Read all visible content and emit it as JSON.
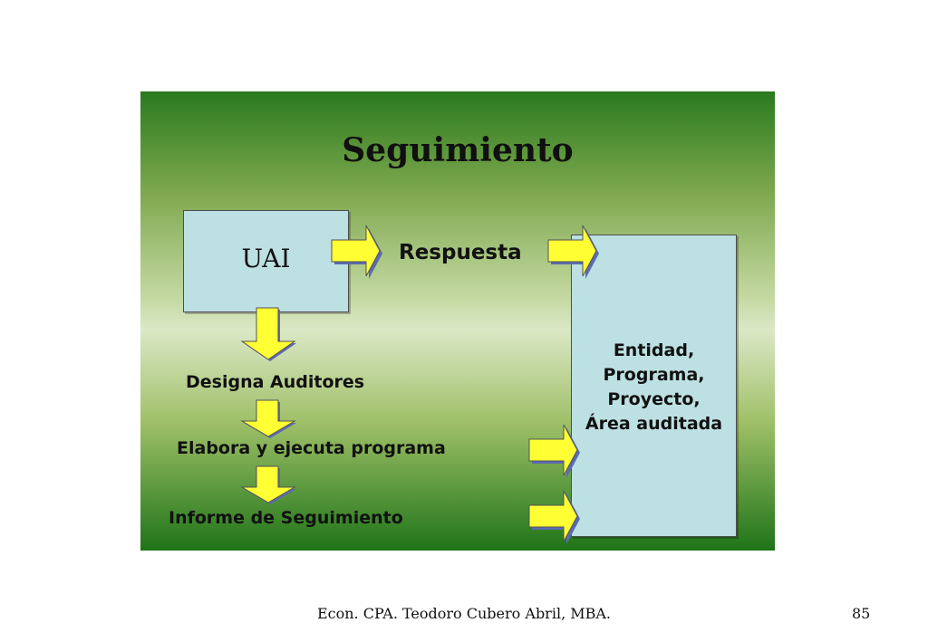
{
  "slide": {
    "title": "Seguimiento",
    "uai_label": "UAI",
    "respuesta_label": "Respuesta",
    "entity_lines": [
      "Entidad,",
      "Programa,",
      "Proyecto,",
      "Área auditada"
    ],
    "steps": [
      "Designa Auditores",
      "Elabora y ejecuta programa",
      "Informe de Seguimiento"
    ]
  },
  "footer": {
    "credit": "Econ. CPA. Teodoro Cubero Abril, MBA.",
    "page_number": "85"
  },
  "colors": {
    "arrow_fill": "#ffff33",
    "box_fill": "#bde0e3",
    "background_dark": "#2a7a1e",
    "background_light": "#dbe8c6"
  }
}
